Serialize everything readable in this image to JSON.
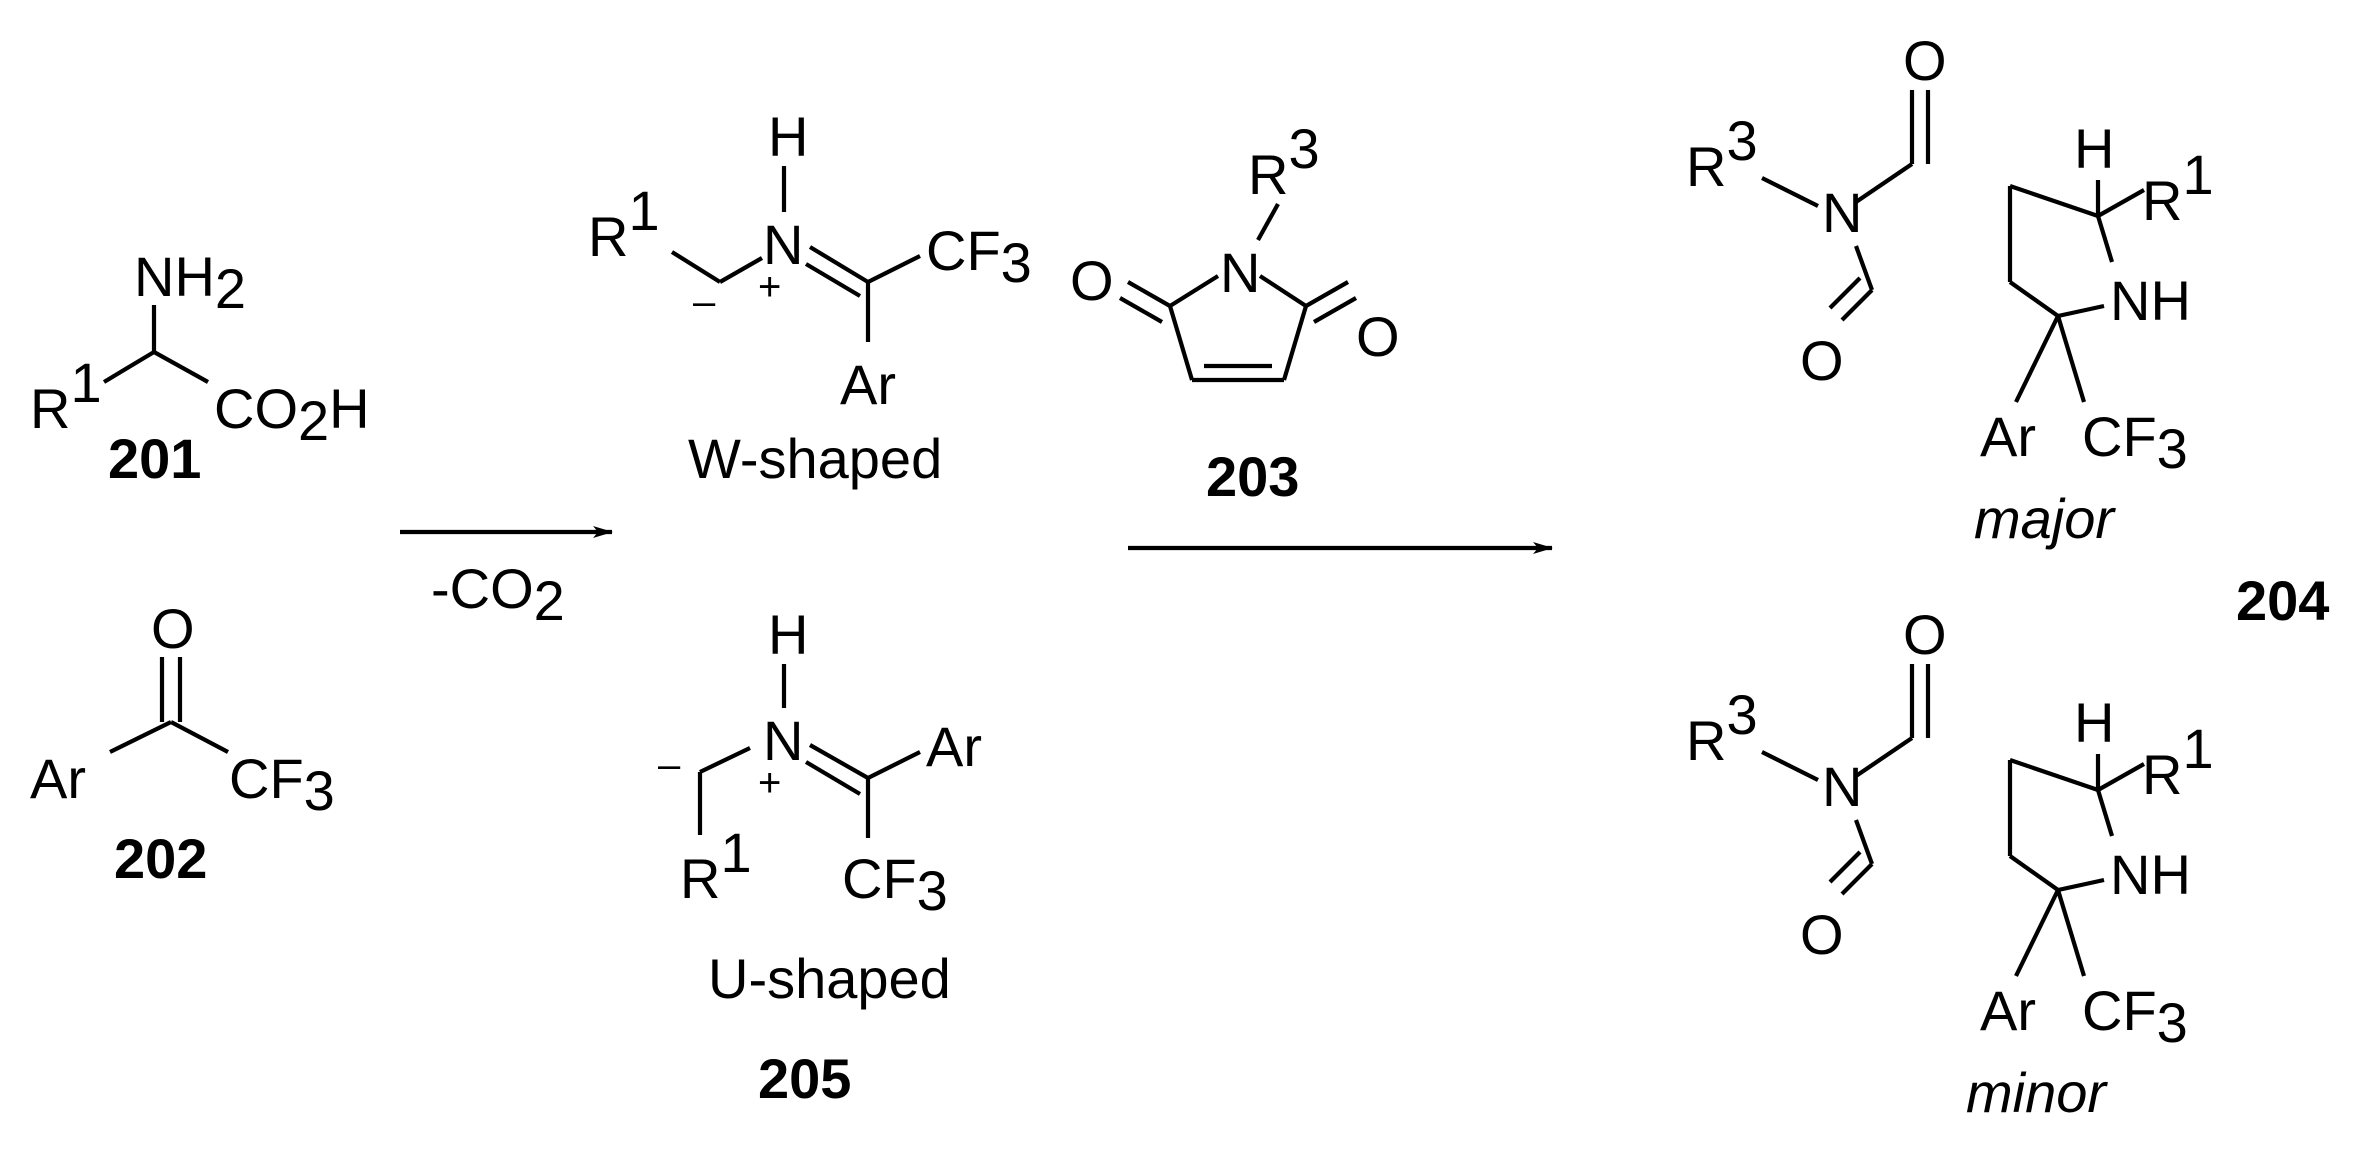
{
  "compounds": {
    "c201": {
      "number": "201",
      "nh2": "NH",
      "nh2_sub": "2",
      "r1": "R",
      "r1_sup": "1",
      "co2h_a": "CO",
      "co2h_sub": "2",
      "co2h_b": "H"
    },
    "c202": {
      "number": "202",
      "o": "O",
      "ar": "Ar",
      "cf3": "CF",
      "cf3_sub": "3"
    },
    "c203": {
      "number": "203",
      "r3": "R",
      "r3_sup": "3",
      "n": "N",
      "o": "O"
    },
    "w_ylide": {
      "caption": "W-shaped",
      "h": "H",
      "n": "N",
      "plus": "+",
      "minus": "–",
      "r1": "R",
      "r1_sup": "1",
      "cf3": "CF",
      "cf3_sub": "3",
      "ar": "Ar"
    },
    "u_ylide": {
      "caption": "U-shaped",
      "number": "205",
      "h": "H",
      "n": "N",
      "plus": "+",
      "minus": "–",
      "r1": "R",
      "r1_sup": "1",
      "cf3": "CF",
      "cf3_sub": "3",
      "ar": "Ar"
    },
    "c204": {
      "number": "204",
      "major": "major",
      "minor": "minor",
      "r3": "R",
      "r3_sup": "3",
      "n": "N",
      "o": "O",
      "h": "H",
      "r1": "R",
      "r1_sup": "1",
      "nh": "NH",
      "ar": "Ar",
      "cf3": "CF",
      "cf3_sub": "3"
    }
  },
  "arrows": {
    "step1": {
      "label": "-CO",
      "label_sub": "2"
    }
  }
}
